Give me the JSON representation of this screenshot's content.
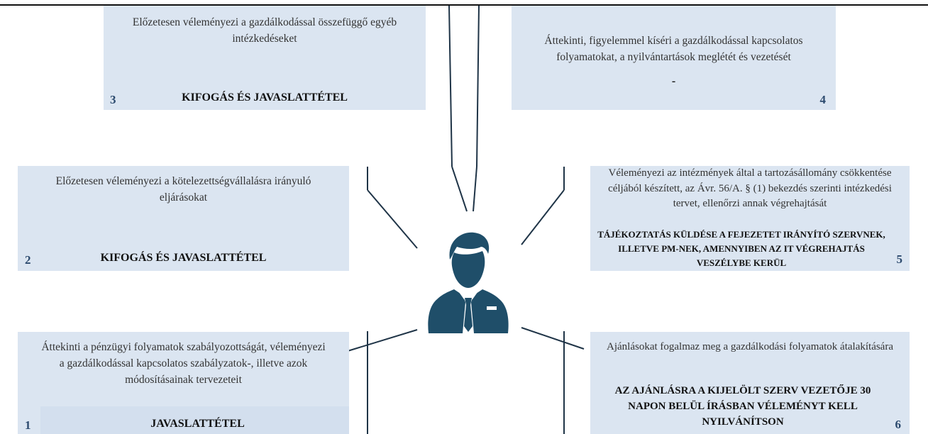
{
  "boxes": {
    "b3": {
      "desc": "Előzetesen véleményezi a gazdálkodással összefüggő egyéb intézkedéseket",
      "title": "KIFOGÁS ÉS JAVASLATTÉTEL",
      "number": "3"
    },
    "b4": {
      "desc": "Áttekinti, figyelemmel kíséri a gazdálkodással kapcsolatos folyamatokat, a nyilvántartások meglétét és vezetését",
      "title": "-",
      "number": "4"
    },
    "b2": {
      "desc": "Előzetesen véleményezi a kötelezettségvállalásra irányuló eljárásokat",
      "title": "KIFOGÁS ÉS JAVASLATTÉTEL",
      "number": "2"
    },
    "b5": {
      "desc": "Véleményezi az intézmények által a tartozásállomány csökkentése céljából készített, az Ávr. 56/A. § (1) bekezdés szerinti intézkedési tervet, ellenőrzi annak végrehajtását",
      "title": "TÁJÉKOZTATÁS KÜLDÉSE A FEJEZETET IRÁNYÍTÓ SZERVNEK, ILLETVE PM-NEK, AMENNYIBEN AZ IT VÉGREHAJTÁS VESZÉLYBE KERÜL",
      "number": "5"
    },
    "b1": {
      "desc": "Áttekinti a pénzügyi folyamatok szabályozottságát, véleményezi a gazdálkodással kapcsolatos szabályzatok-, illetve azok módosításainak tervezeteit",
      "title": "JAVASLATTÉTEL",
      "number": "1"
    },
    "b6": {
      "desc": "Ajánlásokat fogalmaz meg a gazdálkodási folyamatok átalakítására",
      "title": "AZ AJÁNLÁSRA A KIJELÖLT SZERV VEZETŐJE 30 NAPON BELÜL ÍRÁSBAN VÉLEMÉNYT KELL NYILVÁNÍTSON",
      "number": "6"
    }
  },
  "colors": {
    "box": "#dbe5f1",
    "icon": "#1f4e69",
    "line": "#1f3447"
  },
  "icon": "person-in-suit-icon"
}
